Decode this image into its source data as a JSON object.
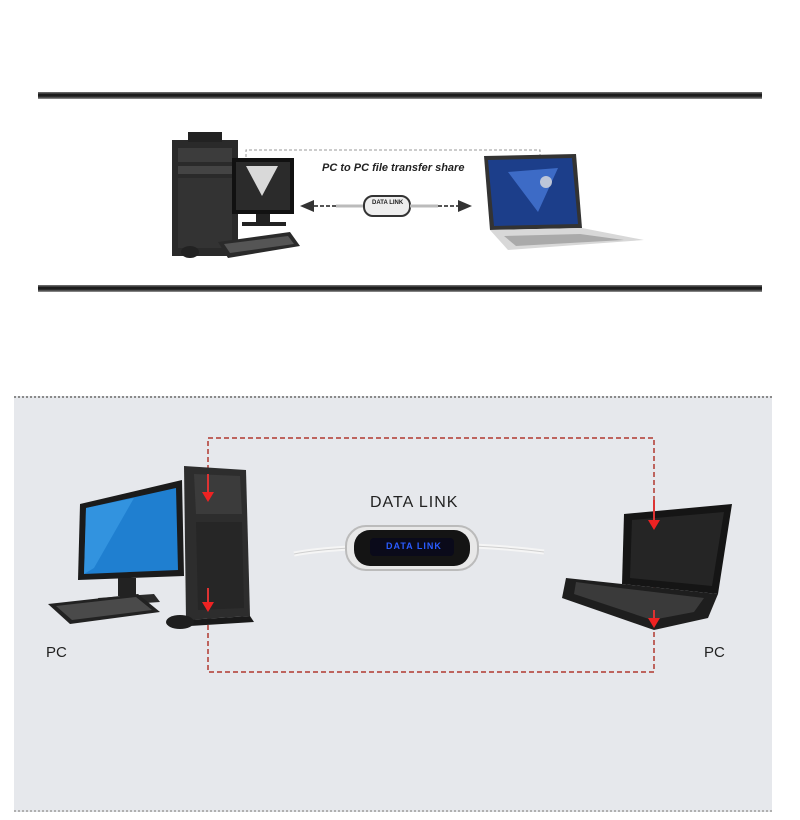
{
  "top_panel": {
    "caption": "PC to PC file transfer share",
    "device_label": "DATA LINK"
  },
  "bottom_panel": {
    "title": "DATA LINK",
    "device_label": "DATA LINK",
    "left_label": "PC",
    "right_label": "PC"
  },
  "colors": {
    "dash_red": "#b0392e",
    "screen_blue": "#1f7fd0",
    "device_blue": "#2a5cff"
  }
}
